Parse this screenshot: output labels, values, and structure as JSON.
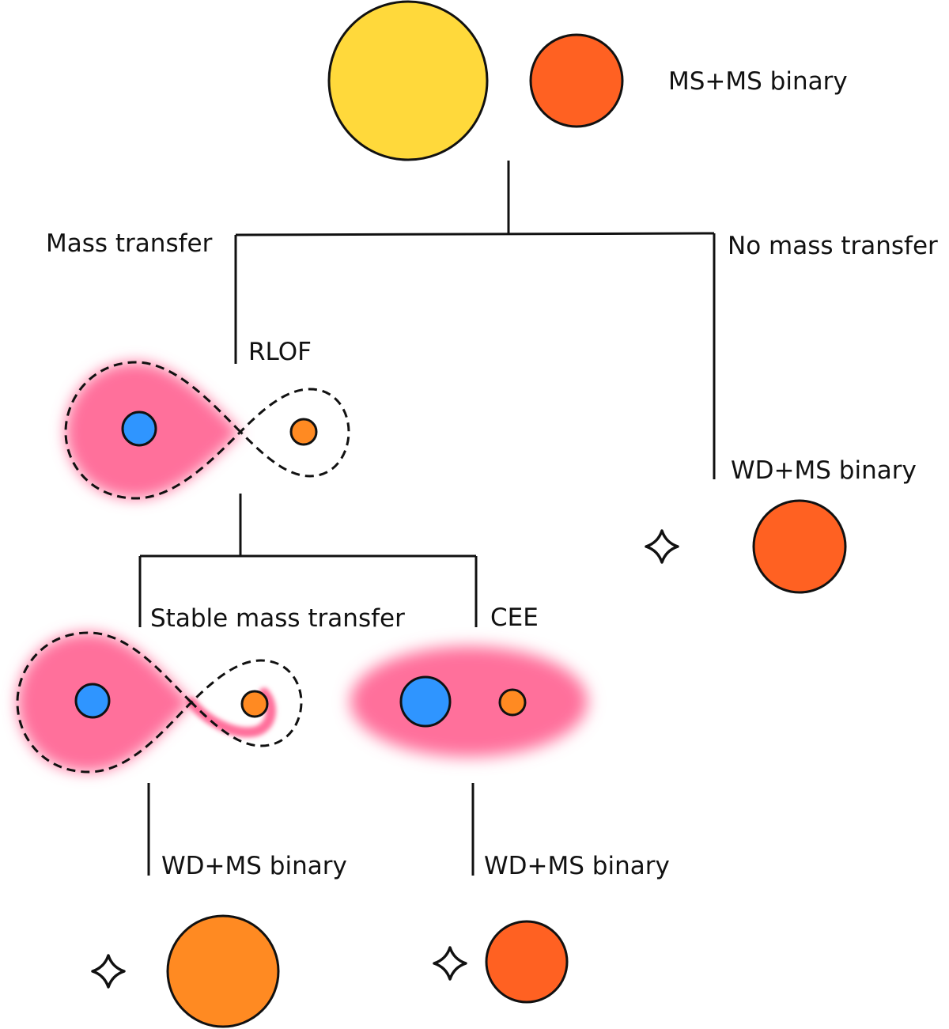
{
  "labels": {
    "ms_ms_binary": "MS+MS binary",
    "mass_transfer": "Mass transfer",
    "no_mass_transfer": "No mass transfer",
    "rlof": "RLOF",
    "wd_ms_right": "WD+MS binary",
    "stable_mass_transfer": "Stable mass transfer",
    "cee": "CEE",
    "wd_ms_stable": "WD+MS binary",
    "wd_ms_cee": "WD+MS binary"
  },
  "colors": {
    "primary_ms_star": "#ffd93b",
    "secondary_ms_star": "#ff6122",
    "white_dwarf_core": "#2f95ff",
    "companion_small": "#ff8a22",
    "companion_stable_end": "#ff8a22",
    "envelope": "#ff6f9b",
    "line": "#111111"
  }
}
